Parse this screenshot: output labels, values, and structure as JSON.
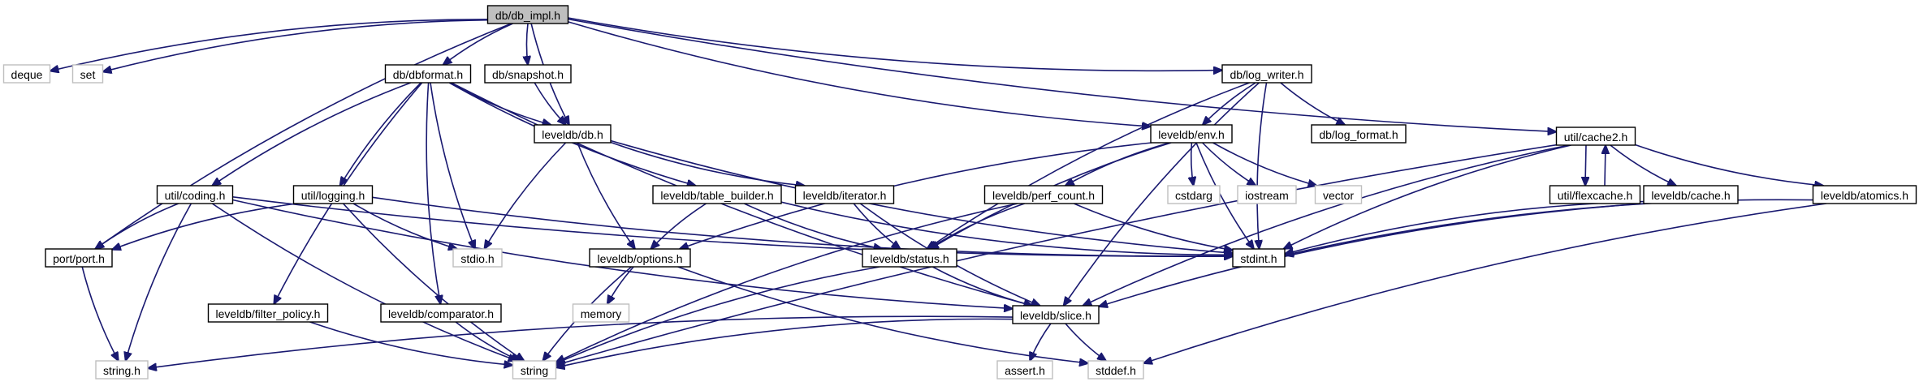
{
  "diagram": {
    "nodes": [
      {
        "id": "db_impl",
        "label": "db/db_impl.h",
        "kind": "root"
      },
      {
        "id": "deque",
        "label": "deque",
        "kind": "system"
      },
      {
        "id": "set",
        "label": "set",
        "kind": "system"
      },
      {
        "id": "dbformat",
        "label": "db/dbformat.h",
        "kind": "local"
      },
      {
        "id": "snapshot",
        "label": "db/snapshot.h",
        "kind": "local"
      },
      {
        "id": "log_writer",
        "label": "db/log_writer.h",
        "kind": "local"
      },
      {
        "id": "cache2",
        "label": "util/cache2.h",
        "kind": "local"
      },
      {
        "id": "leveldb_db",
        "label": "leveldb/db.h",
        "kind": "local"
      },
      {
        "id": "env",
        "label": "leveldb/env.h",
        "kind": "local"
      },
      {
        "id": "log_format",
        "label": "db/log_format.h",
        "kind": "local"
      },
      {
        "id": "coding",
        "label": "util/coding.h",
        "kind": "local"
      },
      {
        "id": "logging",
        "label": "util/logging.h",
        "kind": "local"
      },
      {
        "id": "table_builder",
        "label": "leveldb/table_builder.h",
        "kind": "local"
      },
      {
        "id": "iterator",
        "label": "leveldb/iterator.h",
        "kind": "local"
      },
      {
        "id": "perf_count",
        "label": "leveldb/perf_count.h",
        "kind": "local"
      },
      {
        "id": "cstdarg",
        "label": "cstdarg",
        "kind": "system"
      },
      {
        "id": "iostream",
        "label": "iostream",
        "kind": "system"
      },
      {
        "id": "vector",
        "label": "vector",
        "kind": "system"
      },
      {
        "id": "flexcache",
        "label": "util/flexcache.h",
        "kind": "local"
      },
      {
        "id": "leveldb_cache",
        "label": "leveldb/cache.h",
        "kind": "local"
      },
      {
        "id": "atomics",
        "label": "leveldb/atomics.h",
        "kind": "local"
      },
      {
        "id": "port",
        "label": "port/port.h",
        "kind": "local"
      },
      {
        "id": "stdio",
        "label": "stdio.h",
        "kind": "system"
      },
      {
        "id": "options",
        "label": "leveldb/options.h",
        "kind": "local"
      },
      {
        "id": "status",
        "label": "leveldb/status.h",
        "kind": "local"
      },
      {
        "id": "stdint",
        "label": "stdint.h",
        "kind": "local"
      },
      {
        "id": "filter_policy",
        "label": "leveldb/filter_policy.h",
        "kind": "local"
      },
      {
        "id": "comparator",
        "label": "leveldb/comparator.h",
        "kind": "local"
      },
      {
        "id": "memory",
        "label": "memory",
        "kind": "system"
      },
      {
        "id": "slice",
        "label": "leveldb/slice.h",
        "kind": "local"
      },
      {
        "id": "string_h",
        "label": "string.h",
        "kind": "system"
      },
      {
        "id": "string",
        "label": "string",
        "kind": "system"
      },
      {
        "id": "assert",
        "label": "assert.h",
        "kind": "system"
      },
      {
        "id": "stddef",
        "label": "stddef.h",
        "kind": "system"
      }
    ],
    "edges": [
      [
        "db_impl",
        "deque"
      ],
      [
        "db_impl",
        "set"
      ],
      [
        "db_impl",
        "port"
      ],
      [
        "db_impl",
        "dbformat"
      ],
      [
        "db_impl",
        "snapshot"
      ],
      [
        "db_impl",
        "leveldb_db"
      ],
      [
        "db_impl",
        "log_writer"
      ],
      [
        "db_impl",
        "env"
      ],
      [
        "db_impl",
        "cache2"
      ],
      [
        "dbformat",
        "coding"
      ],
      [
        "dbformat",
        "logging"
      ],
      [
        "dbformat",
        "filter_policy"
      ],
      [
        "dbformat",
        "comparator"
      ],
      [
        "dbformat",
        "stdio"
      ],
      [
        "dbformat",
        "leveldb_db"
      ],
      [
        "dbformat",
        "table_builder"
      ],
      [
        "dbformat",
        "slice"
      ],
      [
        "snapshot",
        "leveldb_db"
      ],
      [
        "log_writer",
        "env"
      ],
      [
        "log_writer",
        "log_format"
      ],
      [
        "log_writer",
        "status"
      ],
      [
        "log_writer",
        "stdint"
      ],
      [
        "log_writer",
        "slice"
      ],
      [
        "cache2",
        "flexcache"
      ],
      [
        "cache2",
        "leveldb_cache"
      ],
      [
        "cache2",
        "atomics"
      ],
      [
        "cache2",
        "stdint"
      ],
      [
        "cache2",
        "string"
      ],
      [
        "cache2",
        "slice"
      ],
      [
        "flexcache",
        "cache2"
      ],
      [
        "leveldb_db",
        "stdio"
      ],
      [
        "leveldb_db",
        "options"
      ],
      [
        "leveldb_db",
        "iterator"
      ],
      [
        "leveldb_db",
        "stdint"
      ],
      [
        "env",
        "perf_count"
      ],
      [
        "env",
        "cstdarg"
      ],
      [
        "env",
        "iostream"
      ],
      [
        "env",
        "vector"
      ],
      [
        "env",
        "options"
      ],
      [
        "env",
        "status"
      ],
      [
        "env",
        "stdint"
      ],
      [
        "coding",
        "port"
      ],
      [
        "coding",
        "string_h"
      ],
      [
        "coding",
        "string"
      ],
      [
        "coding",
        "stdint"
      ],
      [
        "coding",
        "slice"
      ],
      [
        "logging",
        "port"
      ],
      [
        "logging",
        "stdio"
      ],
      [
        "logging",
        "string"
      ],
      [
        "logging",
        "stdint"
      ],
      [
        "table_builder",
        "options"
      ],
      [
        "table_builder",
        "status"
      ],
      [
        "table_builder",
        "stdint"
      ],
      [
        "iterator",
        "status"
      ],
      [
        "iterator",
        "slice"
      ],
      [
        "perf_count",
        "status"
      ],
      [
        "perf_count",
        "stdint"
      ],
      [
        "perf_count",
        "string"
      ],
      [
        "leveldb_cache",
        "stdint"
      ],
      [
        "leveldb_cache",
        "slice"
      ],
      [
        "atomics",
        "stdint"
      ],
      [
        "atomics",
        "stddef"
      ],
      [
        "port",
        "string_h"
      ],
      [
        "options",
        "memory"
      ],
      [
        "options",
        "string"
      ],
      [
        "options",
        "stddef"
      ],
      [
        "status",
        "string"
      ],
      [
        "status",
        "slice"
      ],
      [
        "filter_policy",
        "string"
      ],
      [
        "comparator",
        "string"
      ],
      [
        "slice",
        "assert"
      ],
      [
        "slice",
        "stddef"
      ],
      [
        "slice",
        "string"
      ],
      [
        "slice",
        "string_h"
      ]
    ]
  }
}
